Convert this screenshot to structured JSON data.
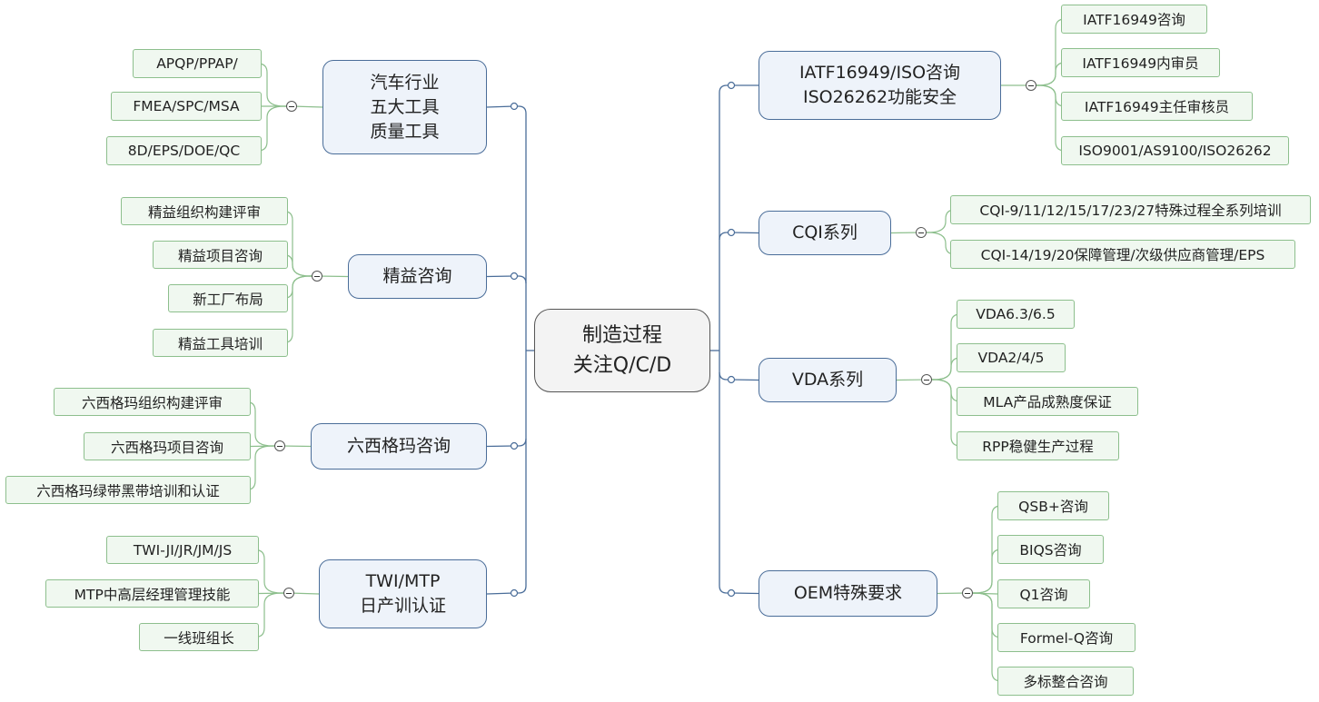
{
  "central": {
    "line1": "制造过程",
    "line2": "关注Q/C/D"
  },
  "left": [
    {
      "lines": [
        "汽车行业",
        "五大工具",
        "质量工具"
      ],
      "children": [
        "APQP/PPAP/",
        "FMEA/SPC/MSA",
        "8D/EPS/DOE/QC"
      ]
    },
    {
      "lines": [
        "精益咨询"
      ],
      "children": [
        "精益组织构建评审",
        "精益项目咨询",
        "新工厂布局",
        "精益工具培训"
      ]
    },
    {
      "lines": [
        "六西格玛咨询"
      ],
      "children": [
        "六西格玛组织构建评审",
        "六西格玛项目咨询",
        "六西格玛绿带黑带培训和认证"
      ]
    },
    {
      "lines": [
        "TWI/MTP",
        "日产训认证"
      ],
      "children": [
        "TWI-JI/JR/JM/JS",
        "MTP中高层经理管理技能",
        "一线班组长"
      ]
    }
  ],
  "right": [
    {
      "lines": [
        "IATF16949/ISO咨询",
        "ISO26262功能安全"
      ],
      "children": [
        "IATF16949咨询",
        "IATF16949内审员",
        "IATF16949主任审核员",
        "ISO9001/AS9100/ISO26262"
      ]
    },
    {
      "lines": [
        "CQI系列"
      ],
      "children": [
        "CQI-9/11/12/15/17/23/27特殊过程全系列培训",
        "CQI-14/19/20保障管理/次级供应商管理/EPS"
      ]
    },
    {
      "lines": [
        "VDA系列"
      ],
      "children": [
        "VDA6.3/6.5",
        "VDA2/4/5",
        "MLA产品成熟度保证",
        "RPP稳健生产过程"
      ]
    },
    {
      "lines": [
        "OEM特殊要求"
      ],
      "children": [
        "QSB+咨询",
        "BIQS咨询",
        "Q1咨询",
        "Formel-Q咨询",
        "多标整合咨询"
      ]
    }
  ],
  "colors": {
    "main_border": "#4a6d99",
    "main_fill": "#eef3fa",
    "sub_border": "#8dbf8d",
    "sub_fill": "#f0f8f0",
    "central_fill": "#f3f3f3"
  }
}
